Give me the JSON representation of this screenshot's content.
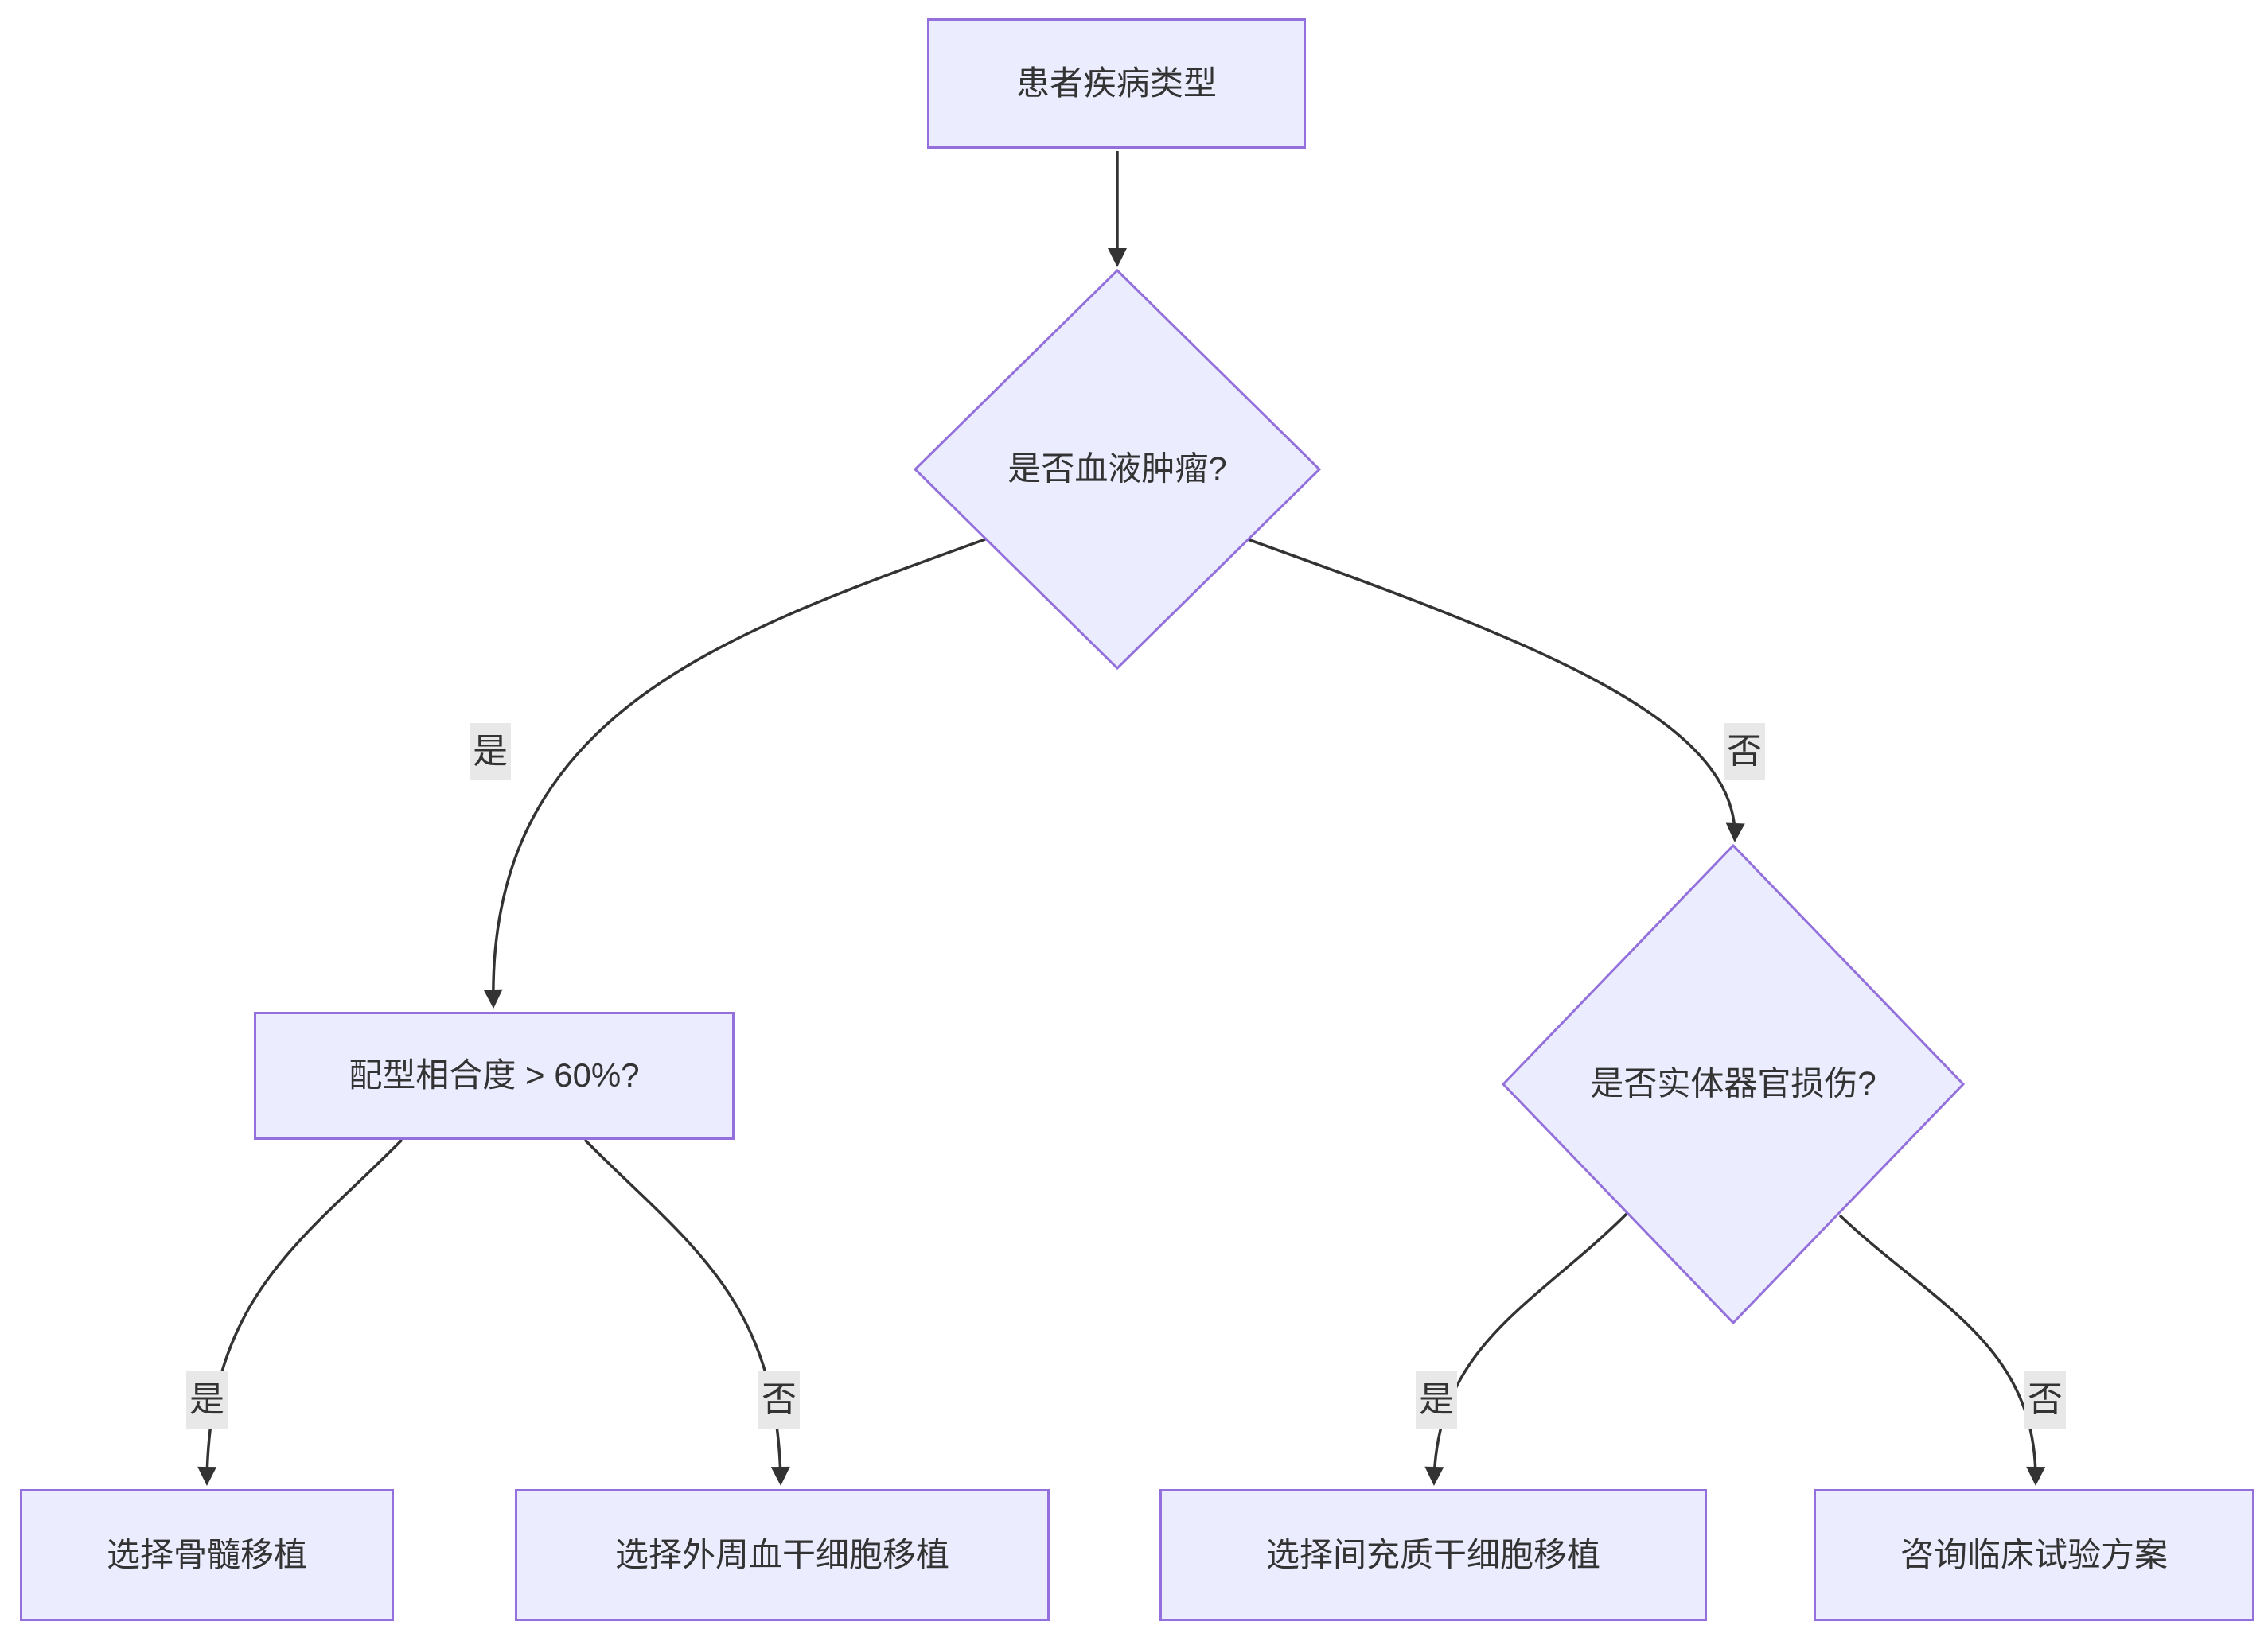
{
  "diagram": {
    "type": "flowchart",
    "direction": "top-down",
    "colors": {
      "node_fill": "#ECECFF",
      "node_border": "#9370DB",
      "edge_color": "#333333",
      "label_bg": "#e8e8e8",
      "text_color": "#333333",
      "background": "#ffffff"
    },
    "nodes": {
      "root": {
        "shape": "rect",
        "label": "患者疾病类型"
      },
      "decision_blood": {
        "shape": "diamond",
        "label": "是否血液肿瘤?"
      },
      "decision_match": {
        "shape": "rect",
        "label": "配型相合度 > 60%?"
      },
      "decision_organ": {
        "shape": "diamond",
        "label": "是否实体器官损伤?"
      },
      "outcome_bone_marrow": {
        "shape": "rect",
        "label": "选择骨髓移植"
      },
      "outcome_peripheral": {
        "shape": "rect",
        "label": "选择外周血干细胞移植"
      },
      "outcome_mesenchymal": {
        "shape": "rect",
        "label": "选择间充质干细胞移植"
      },
      "outcome_trial": {
        "shape": "rect",
        "label": "咨询临床试验方案"
      }
    },
    "edges": [
      {
        "from": "root",
        "to": "decision_blood",
        "label": ""
      },
      {
        "from": "decision_blood",
        "to": "decision_match",
        "label": "是"
      },
      {
        "from": "decision_blood",
        "to": "decision_organ",
        "label": "否"
      },
      {
        "from": "decision_match",
        "to": "outcome_bone_marrow",
        "label": "是"
      },
      {
        "from": "decision_match",
        "to": "outcome_peripheral",
        "label": "否"
      },
      {
        "from": "decision_organ",
        "to": "outcome_mesenchymal",
        "label": "是"
      },
      {
        "from": "decision_organ",
        "to": "outcome_trial",
        "label": "否"
      }
    ]
  }
}
